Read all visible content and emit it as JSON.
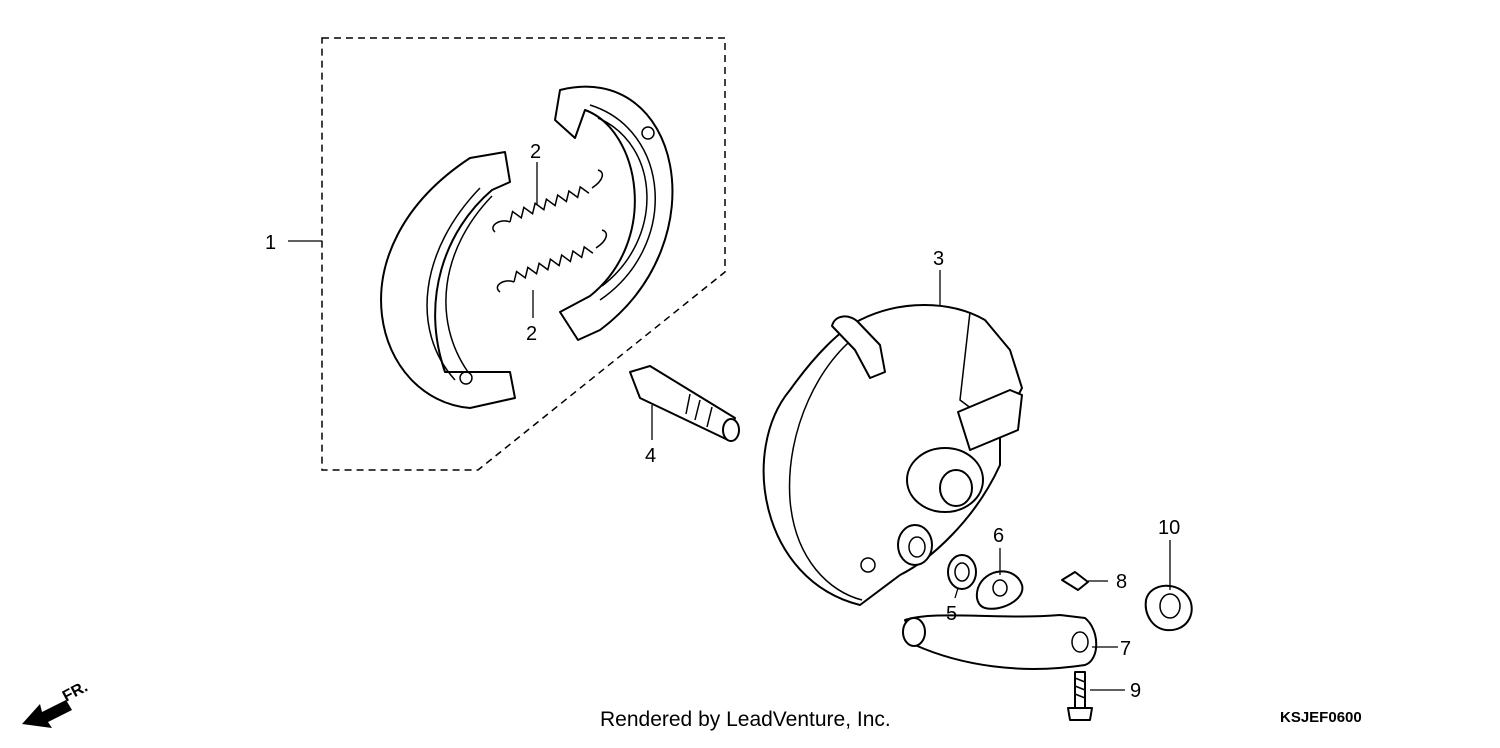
{
  "diagram": {
    "callouts": {
      "c1": "1",
      "c2a": "2",
      "c2b": "2",
      "c3": "3",
      "c4": "4",
      "c5": "5",
      "c6": "6",
      "c7": "7",
      "c8": "8",
      "c9": "9",
      "c10": "10"
    },
    "front_marker": "FR.",
    "credit": "Rendered by LeadVenture, Inc.",
    "drawing_code": "KSJEF0600"
  }
}
